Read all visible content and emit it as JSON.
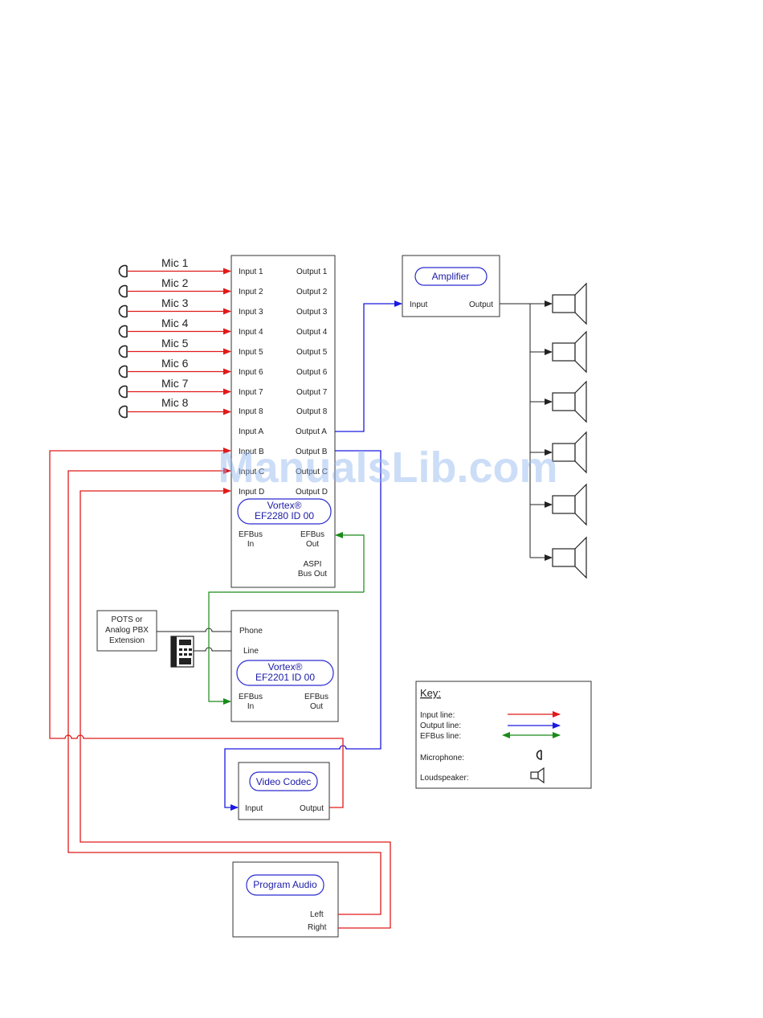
{
  "mixer": {
    "inputs": [
      "Input 1",
      "Input 2",
      "Input 3",
      "Input 4",
      "Input 5",
      "Input 6",
      "Input 7",
      "Input 8",
      "Input A",
      "Input B",
      "Input C",
      "Input D"
    ],
    "outputs": [
      "Output 1",
      "Output 2",
      "Output 3",
      "Output 4",
      "Output 5",
      "Output 6",
      "Output 7",
      "Output 8",
      "Output A",
      "Output B",
      "Output C",
      "Output D"
    ],
    "title_line1": "Vortex®",
    "title_line2": "EF2280 ID 00",
    "efbus_in": [
      "EFBus",
      "In"
    ],
    "efbus_out": [
      "EFBus",
      "Out"
    ],
    "aspi": [
      "ASPI",
      "Bus Out"
    ]
  },
  "mics": [
    "Mic 1",
    "Mic 2",
    "Mic 3",
    "Mic 4",
    "Mic 5",
    "Mic 6",
    "Mic 7",
    "Mic 8"
  ],
  "amplifier": {
    "title": "Amplifier",
    "input": "Input",
    "output": "Output"
  },
  "phone_unit": {
    "phone": "Phone",
    "line": "Line",
    "title_line1": "Vortex®",
    "title_line2": "EF2201 ID 00",
    "efbus_in": [
      "EFBus",
      "In"
    ],
    "efbus_out": [
      "EFBus",
      "Out"
    ]
  },
  "pots": [
    "POTS or",
    "Analog PBX",
    "Extension"
  ],
  "video_codec": {
    "title": "Video Codec",
    "input": "Input",
    "output": "Output"
  },
  "program_audio": {
    "title": "Program Audio",
    "left": "Left",
    "right": "Right"
  },
  "key": {
    "title": "Key:",
    "input_line": "Input line:",
    "output_line": "Output line:",
    "efbus_line": "EFBus line:",
    "microphone": "Microphone:",
    "loudspeaker": "Loudspeaker:"
  },
  "colors": {
    "input": "#e01a1a",
    "output": "#1a1ae0",
    "efbus": "#1a8a1a",
    "pill": "#2a2ad0"
  },
  "watermark": "ManualsLib.com"
}
